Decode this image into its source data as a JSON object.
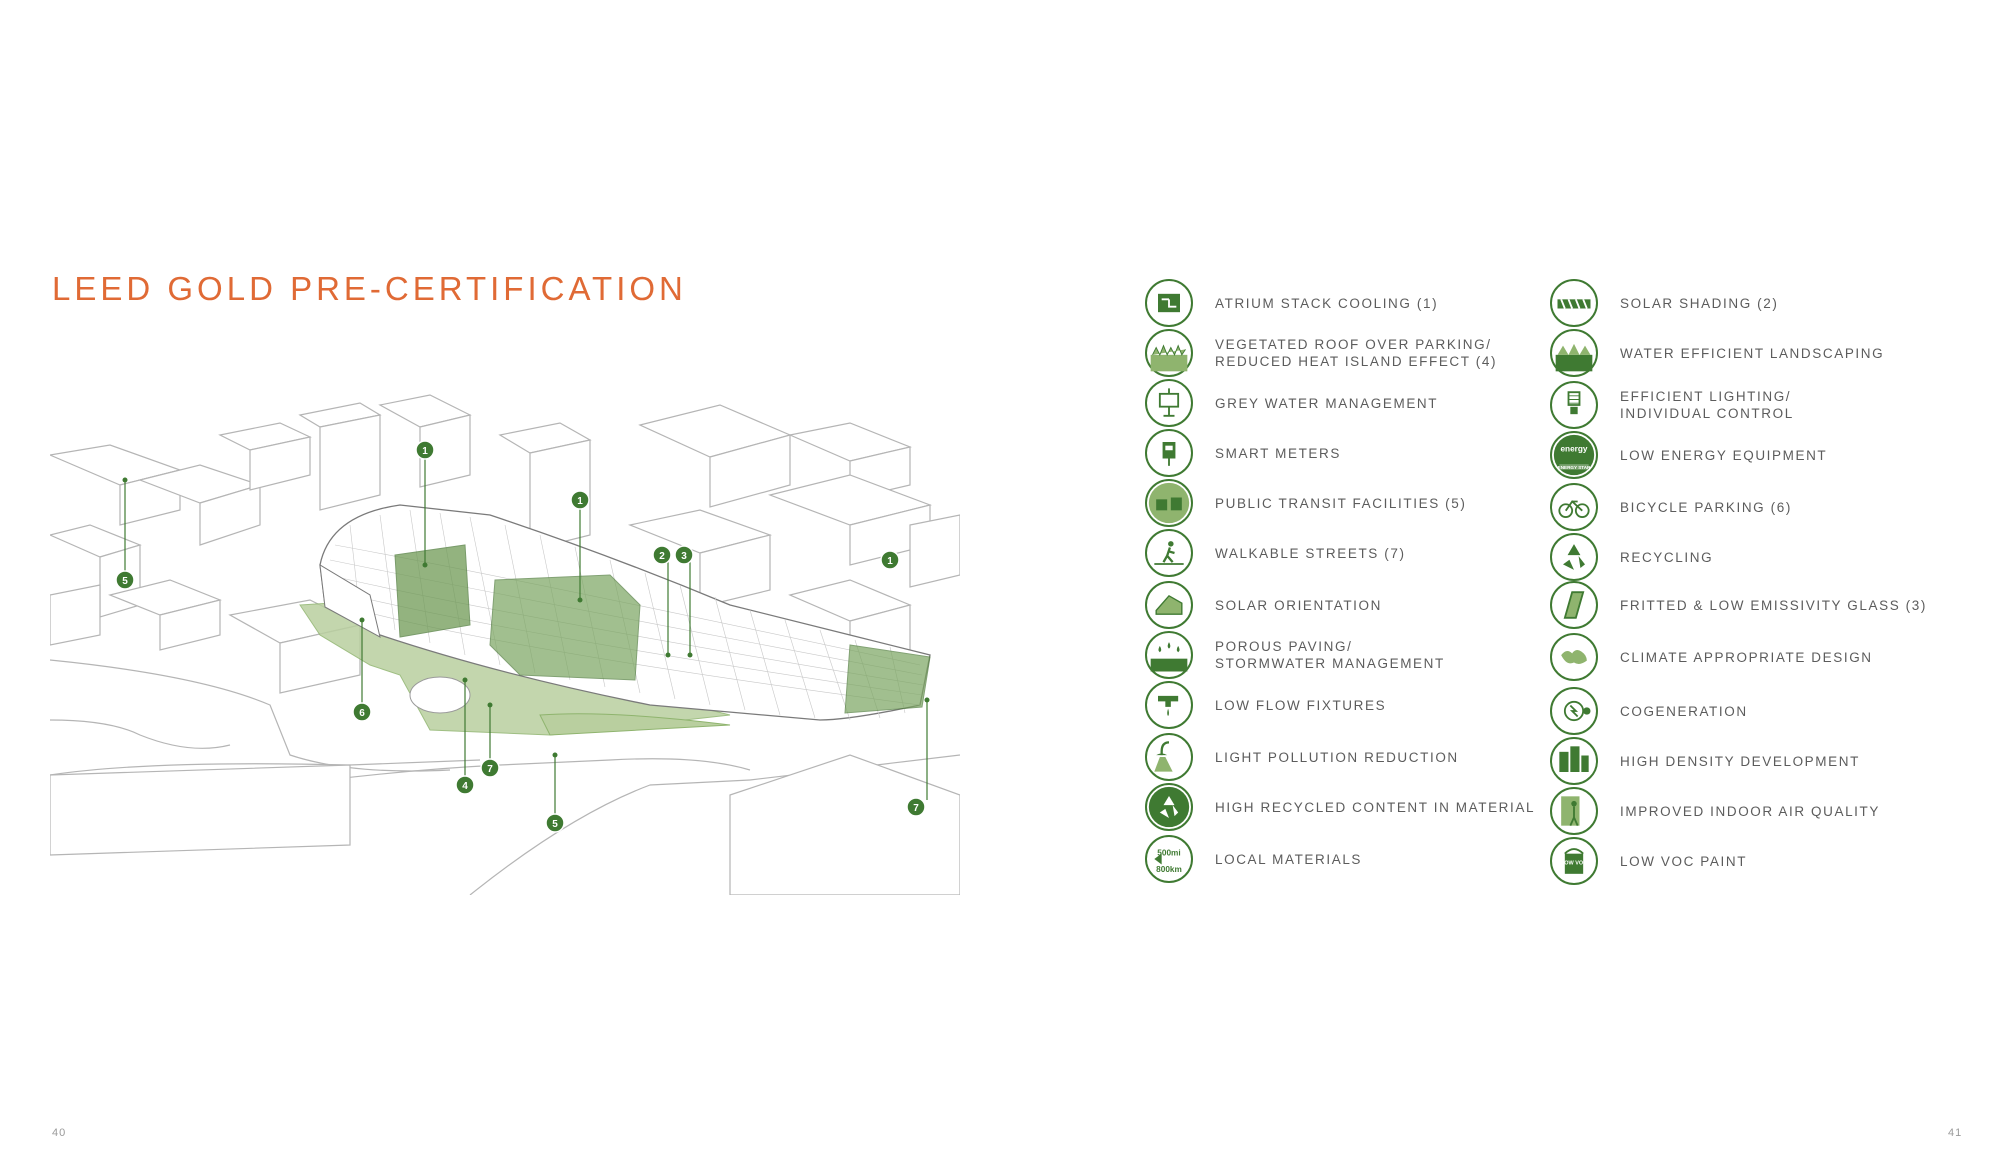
{
  "title": "LEED GOLD PRE-CERTIFICATION",
  "page_left": "40",
  "page_right": "41",
  "colors": {
    "accent": "#e06a35",
    "green_dark": "#3f7a32",
    "green_light": "#8fb46e"
  },
  "callouts": [
    "1",
    "1",
    "1",
    "2",
    "3",
    "4",
    "5",
    "5",
    "6",
    "7",
    "7"
  ],
  "legend_left": [
    {
      "label": "ATRIUM STACK COOLING (1)",
      "icon": "stack-cooling-icon"
    },
    {
      "label": "VEGETATED ROOF OVER PARKING/\nREDUCED HEAT ISLAND EFFECT (4)",
      "icon": "vegetated-roof-icon"
    },
    {
      "label": "GREY WATER MANAGEMENT",
      "icon": "grey-water-icon"
    },
    {
      "label": "SMART METERS",
      "icon": "smart-meter-icon"
    },
    {
      "label": "PUBLIC TRANSIT FACILITIES (5)",
      "icon": "transit-icon"
    },
    {
      "label": "WALKABLE STREETS (7)",
      "icon": "walking-icon"
    },
    {
      "label": "SOLAR ORIENTATION",
      "icon": "solar-orientation-icon"
    },
    {
      "label": "POROUS PAVING/\nSTORMWATER MANAGEMENT",
      "icon": "porous-paving-icon"
    },
    {
      "label": "LOW FLOW FIXTURES",
      "icon": "faucet-icon"
    },
    {
      "label": "LIGHT POLLUTION REDUCTION",
      "icon": "lamp-icon"
    },
    {
      "label": "HIGH RECYCLED CONTENT IN MATERIAL",
      "icon": "recycled-content-icon"
    },
    {
      "label": "LOCAL MATERIALS",
      "icon": "local-materials-icon",
      "icon_text_top": "500mi",
      "icon_text_bottom": "800km"
    }
  ],
  "legend_right": [
    {
      "label": "SOLAR SHADING (2)",
      "icon": "solar-shading-icon"
    },
    {
      "label": "WATER EFFICIENT LANDSCAPING",
      "icon": "landscaping-icon"
    },
    {
      "label": "EFFICIENT LIGHTING/\nINDIVIDUAL CONTROL",
      "icon": "bulb-icon"
    },
    {
      "label": "LOW ENERGY EQUIPMENT",
      "icon": "energy-star-icon",
      "icon_text_top": "energy",
      "icon_text_bottom": "ENERGY STAR"
    },
    {
      "label": "BICYCLE PARKING (6)",
      "icon": "bicycle-icon"
    },
    {
      "label": "RECYCLING",
      "icon": "recycling-icon"
    },
    {
      "label": "FRITTED & LOW EMISSIVITY GLASS (3)",
      "icon": "glass-icon"
    },
    {
      "label": "CLIMATE APPROPRIATE DESIGN",
      "icon": "globe-icon"
    },
    {
      "label": "COGENERATION",
      "icon": "cogeneration-icon"
    },
    {
      "label": "HIGH DENSITY DEVELOPMENT",
      "icon": "high-density-icon"
    },
    {
      "label": "IMPROVED INDOOR AIR QUALITY",
      "icon": "air-quality-icon"
    },
    {
      "label": "LOW VOC PAINT",
      "icon": "paint-can-icon",
      "icon_text_top": "LOW VOC"
    }
  ]
}
